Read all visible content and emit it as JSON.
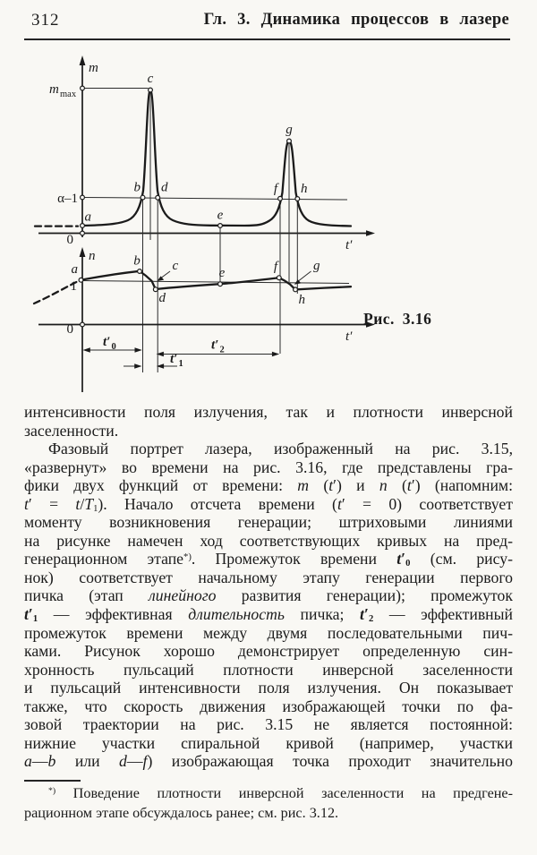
{
  "header": {
    "page_number": "312",
    "chapter_title": "Гл. 3. Динамика процессов в лазере"
  },
  "figure": {
    "caption": "Рис. 3.16",
    "points": {
      "a": "a",
      "b": "b",
      "c": "c",
      "d": "d",
      "e": "e",
      "f": "f",
      "g": "g",
      "h": "h"
    },
    "top_graph": {
      "y_axis_label": "m",
      "y_max_base": "m",
      "y_max_sub": "max",
      "threshold_label": "α–1",
      "origin_label": "0",
      "x_axis_label": "t′"
    },
    "bottom_graph": {
      "y_axis_label": "n",
      "unit_level_label": "1",
      "origin_label": "0",
      "x_axis_label": "t′"
    },
    "intervals": {
      "t_base": "t′",
      "t0_sub": "0",
      "t1_sub": "1",
      "t2_sub": "2"
    }
  },
  "body": {
    "lines": [
      {
        "seg": [
          {
            "t": "интенсивности поля излучения, так и плотности инверсной"
          }
        ]
      },
      {
        "just": false,
        "seg": [
          {
            "t": "заселенности."
          }
        ]
      },
      {
        "ind": true,
        "seg": [
          {
            "t": "Фазовый портрет лазера, изображенный на рис. 3.15,"
          }
        ]
      },
      {
        "seg": [
          {
            "t": "«развернут» во времени на рис. 3.16, где представлены гра-"
          }
        ]
      },
      {
        "seg": [
          {
            "t": "фики двух функций от времени: "
          },
          {
            "t": "m",
            "i": 1
          },
          {
            "t": " ("
          },
          {
            "t": "t",
            "i": 1
          },
          {
            "t": "′) и "
          },
          {
            "t": "n",
            "i": 1
          },
          {
            "t": " ("
          },
          {
            "t": "t",
            "i": 1
          },
          {
            "t": "′) (напомним:"
          }
        ]
      },
      {
        "seg": [
          {
            "t": "t",
            "i": 1
          },
          {
            "t": "′ = "
          },
          {
            "t": "t",
            "i": 1
          },
          {
            "t": "/"
          },
          {
            "t": "T",
            "i": 1
          },
          {
            "t": "1",
            "sub": 1
          },
          {
            "t": "). Начало отсчета времени ("
          },
          {
            "t": "t",
            "i": 1
          },
          {
            "t": "′ = 0) соответствует"
          }
        ]
      },
      {
        "seg": [
          {
            "t": "моменту возникновения генерации; штриховыми линиями"
          }
        ]
      },
      {
        "seg": [
          {
            "t": "на рисунке намечен ход соответствующих кривых на пред-"
          }
        ]
      },
      {
        "seg": [
          {
            "t": "генерационном этапе"
          },
          {
            "t": "*)",
            "sup": 1
          },
          {
            "t": ". Промежуток времени "
          },
          {
            "t": "t",
            "i": 1,
            "b": 1
          },
          {
            "t": "′",
            "b": 1
          },
          {
            "t": "0",
            "sub": 1,
            "b": 1
          },
          {
            "t": " (см. рису-"
          }
        ]
      },
      {
        "seg": [
          {
            "t": "нок) соответствует начальному этапу генерации первого"
          }
        ]
      },
      {
        "seg": [
          {
            "t": "пичка (этап "
          },
          {
            "t": "линейного",
            "i": 1
          },
          {
            "t": " развития генерации); промежуток"
          }
        ]
      },
      {
        "seg": [
          {
            "t": "t",
            "i": 1,
            "b": 1
          },
          {
            "t": "′",
            "b": 1
          },
          {
            "t": "1",
            "sub": 1,
            "b": 1
          },
          {
            "t": " — эффективная "
          },
          {
            "t": "длительность",
            "i": 1
          },
          {
            "t": " пичка; "
          },
          {
            "t": "t",
            "i": 1,
            "b": 1
          },
          {
            "t": "′",
            "b": 1
          },
          {
            "t": "2",
            "sub": 1,
            "b": 1
          },
          {
            "t": " — эффективный"
          }
        ]
      },
      {
        "seg": [
          {
            "t": "промежуток времени между двумя последовательными пич-"
          }
        ]
      },
      {
        "seg": [
          {
            "t": "ками. Рисунок хорошо демонстрирует определенную син-"
          }
        ]
      },
      {
        "seg": [
          {
            "t": "хронность пульсаций плотности инверсной заселенности"
          }
        ]
      },
      {
        "seg": [
          {
            "t": "и пульсаций интенсивности поля излучения. Он показывает"
          }
        ]
      },
      {
        "seg": [
          {
            "t": "также, что скорость движения изображающей точки по фа-"
          }
        ]
      },
      {
        "seg": [
          {
            "t": "зовой траектории на рис. 3.15 не является постоянной:"
          }
        ]
      },
      {
        "seg": [
          {
            "t": "нижние участки спиральной кривой (например, участки"
          }
        ]
      },
      {
        "seg": [
          {
            "t": "a",
            "i": 1
          },
          {
            "t": "—"
          },
          {
            "t": "b",
            "i": 1
          },
          {
            "t": " или "
          },
          {
            "t": "d",
            "i": 1
          },
          {
            "t": "—"
          },
          {
            "t": "f",
            "i": 1
          },
          {
            "t": ") изображающая точка проходит значительно"
          }
        ]
      }
    ]
  },
  "footnote": {
    "lines": [
      {
        "ind": true,
        "seg": [
          {
            "t": "*)",
            "sup": 1
          },
          {
            "t": " Поведение плотности инверсной заселенности на предгене-"
          }
        ]
      },
      {
        "just": false,
        "seg": [
          {
            "t": "рационном этапе обсуждалось ранее; см. рис. 3.12."
          }
        ]
      }
    ]
  }
}
